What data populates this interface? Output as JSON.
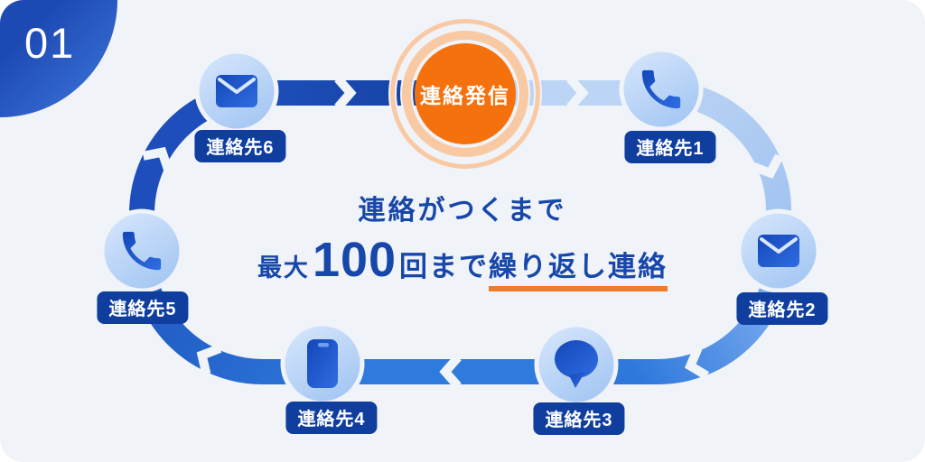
{
  "page": {
    "step_number": "01"
  },
  "center_badge": {
    "label": "連絡発信"
  },
  "headline": {
    "line1": "連絡がつくまで",
    "line2_prefix": "最大",
    "line2_number": "100",
    "line2_middle": "回まで",
    "line2_emphasis": "繰り返し連絡"
  },
  "nodes": [
    {
      "label": "連絡先1",
      "icon": "phone-icon"
    },
    {
      "label": "連絡先2",
      "icon": "mail-icon"
    },
    {
      "label": "連絡先3",
      "icon": "chat-icon"
    },
    {
      "label": "連絡先4",
      "icon": "smartphone-icon"
    },
    {
      "label": "連絡先5",
      "icon": "phone-icon"
    },
    {
      "label": "連絡先6",
      "icon": "mail-icon"
    }
  ],
  "colors": {
    "background": "#f0f3f8",
    "accent_orange": "#f5710d",
    "halo_peach": "#f8c9a3",
    "underline_orange": "#ee7c2e",
    "headline_blue": "#1747ab",
    "label_navy": "#0f3e9f",
    "band_dark_blue": "#1d4ebb",
    "band_light_blue": "#bdd5f5",
    "node_fill_light": "#d9e8fd",
    "icon_blue": "#1f5ad1",
    "corner_blue": "#2a5fce"
  }
}
